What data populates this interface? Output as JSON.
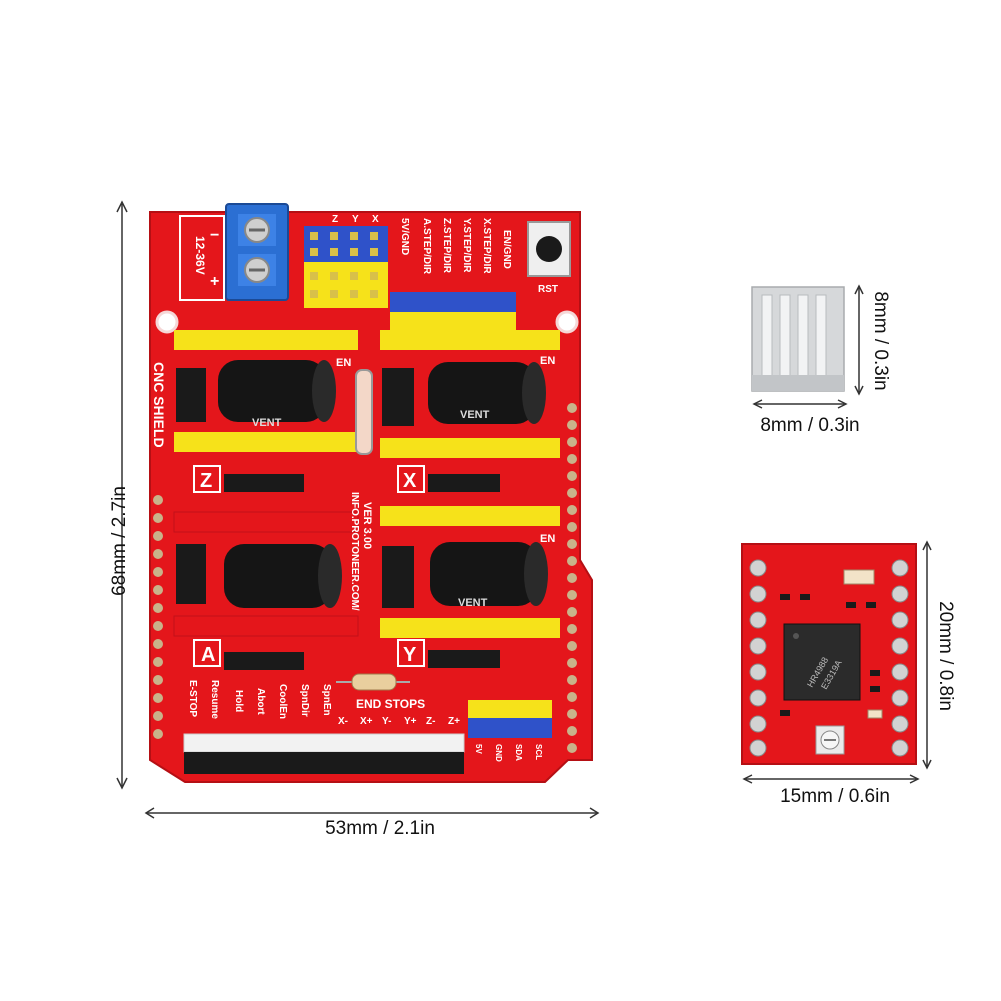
{
  "shield": {
    "title": "CNC SHIELD",
    "version": "VER 3.00",
    "site": "INFO.PROTONEER.COM/",
    "power_label": "12-36V",
    "power_minus": "−",
    "power_plus": "+",
    "rst_label": "RST",
    "axis_labels": [
      "Z",
      "X",
      "A",
      "Y"
    ],
    "en_label": "EN",
    "end_stops_label": "END STOPS",
    "endstop_pins": [
      "X-",
      "X+",
      "Y-",
      "Y+",
      "Z-",
      "Z+"
    ],
    "control_pins": [
      "E-STOP",
      "Resume",
      "Hold",
      "Abort",
      "CoolEn",
      "SpnDir",
      "SpnEn"
    ],
    "top_pin_labels": [
      "Z",
      "Y",
      "X"
    ],
    "step_dir_labels": [
      "5V/GND",
      "A.STEP/DIR",
      "Z.STEP/DIR",
      "Y.STEP/DIR",
      "X.STEP/DIR",
      "EN/GND"
    ],
    "serial_pins": [
      "5V",
      "GND",
      "SDA",
      "SCL"
    ],
    "capacitor_label": "VENT"
  },
  "driver": {
    "chip_text_1": "HR4988",
    "chip_text_2": "E3319A"
  },
  "dimensions": {
    "shield_height": "68mm / 2.7in",
    "shield_width": "53mm / 2.1in",
    "heatsink_height": "8mm / 0.3in",
    "heatsink_width": "8mm / 0.3in",
    "driver_height": "20mm / 0.8in",
    "driver_width": "15mm / 0.6in"
  },
  "colors": {
    "pcb_red": "#e4161b",
    "header_yellow": "#f6e21a",
    "header_blue": "#2f52c9",
    "terminal_blue": "#2b6fd3",
    "capacitor_black": "#151515",
    "heatsink_silver": "#d6d8da"
  }
}
